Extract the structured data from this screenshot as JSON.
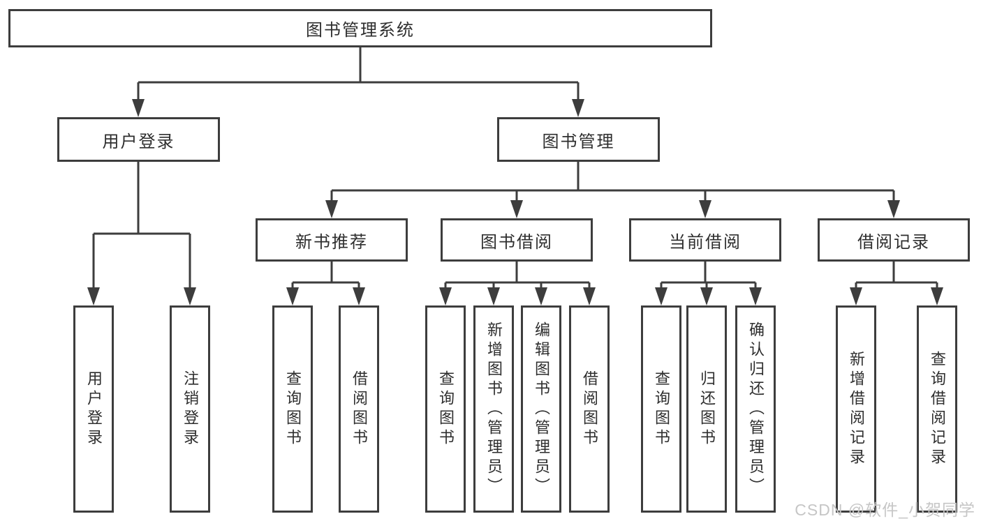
{
  "tree": {
    "label": "图书管理系统",
    "children": [
      {
        "label": "用户登录",
        "children": [
          {
            "label": "用户登录"
          },
          {
            "label": "注销登录"
          }
        ]
      },
      {
        "label": "图书管理",
        "children": [
          {
            "label": "新书推荐",
            "children": [
              {
                "label": "查询图书"
              },
              {
                "label": "借阅图书"
              }
            ]
          },
          {
            "label": "图书借阅",
            "children": [
              {
                "label": "查询图书"
              },
              {
                "label": "新增图书（管理员）"
              },
              {
                "label": "编辑图书（管理员）"
              },
              {
                "label": "借阅图书"
              }
            ]
          },
          {
            "label": "当前借阅",
            "children": [
              {
                "label": "查询图书"
              },
              {
                "label": "归还图书"
              },
              {
                "label": "确认归还（管理员）"
              }
            ]
          },
          {
            "label": "借阅记录",
            "children": [
              {
                "label": "新增借阅记录"
              },
              {
                "label": "查询借阅记录"
              }
            ]
          }
        ]
      }
    ]
  },
  "watermark": {
    "text": "CSDN @软件_小贺同学"
  },
  "colors": {
    "line": "#3d3d3d",
    "text": "#2e2e2e",
    "watermark": "#c6c6c6"
  }
}
